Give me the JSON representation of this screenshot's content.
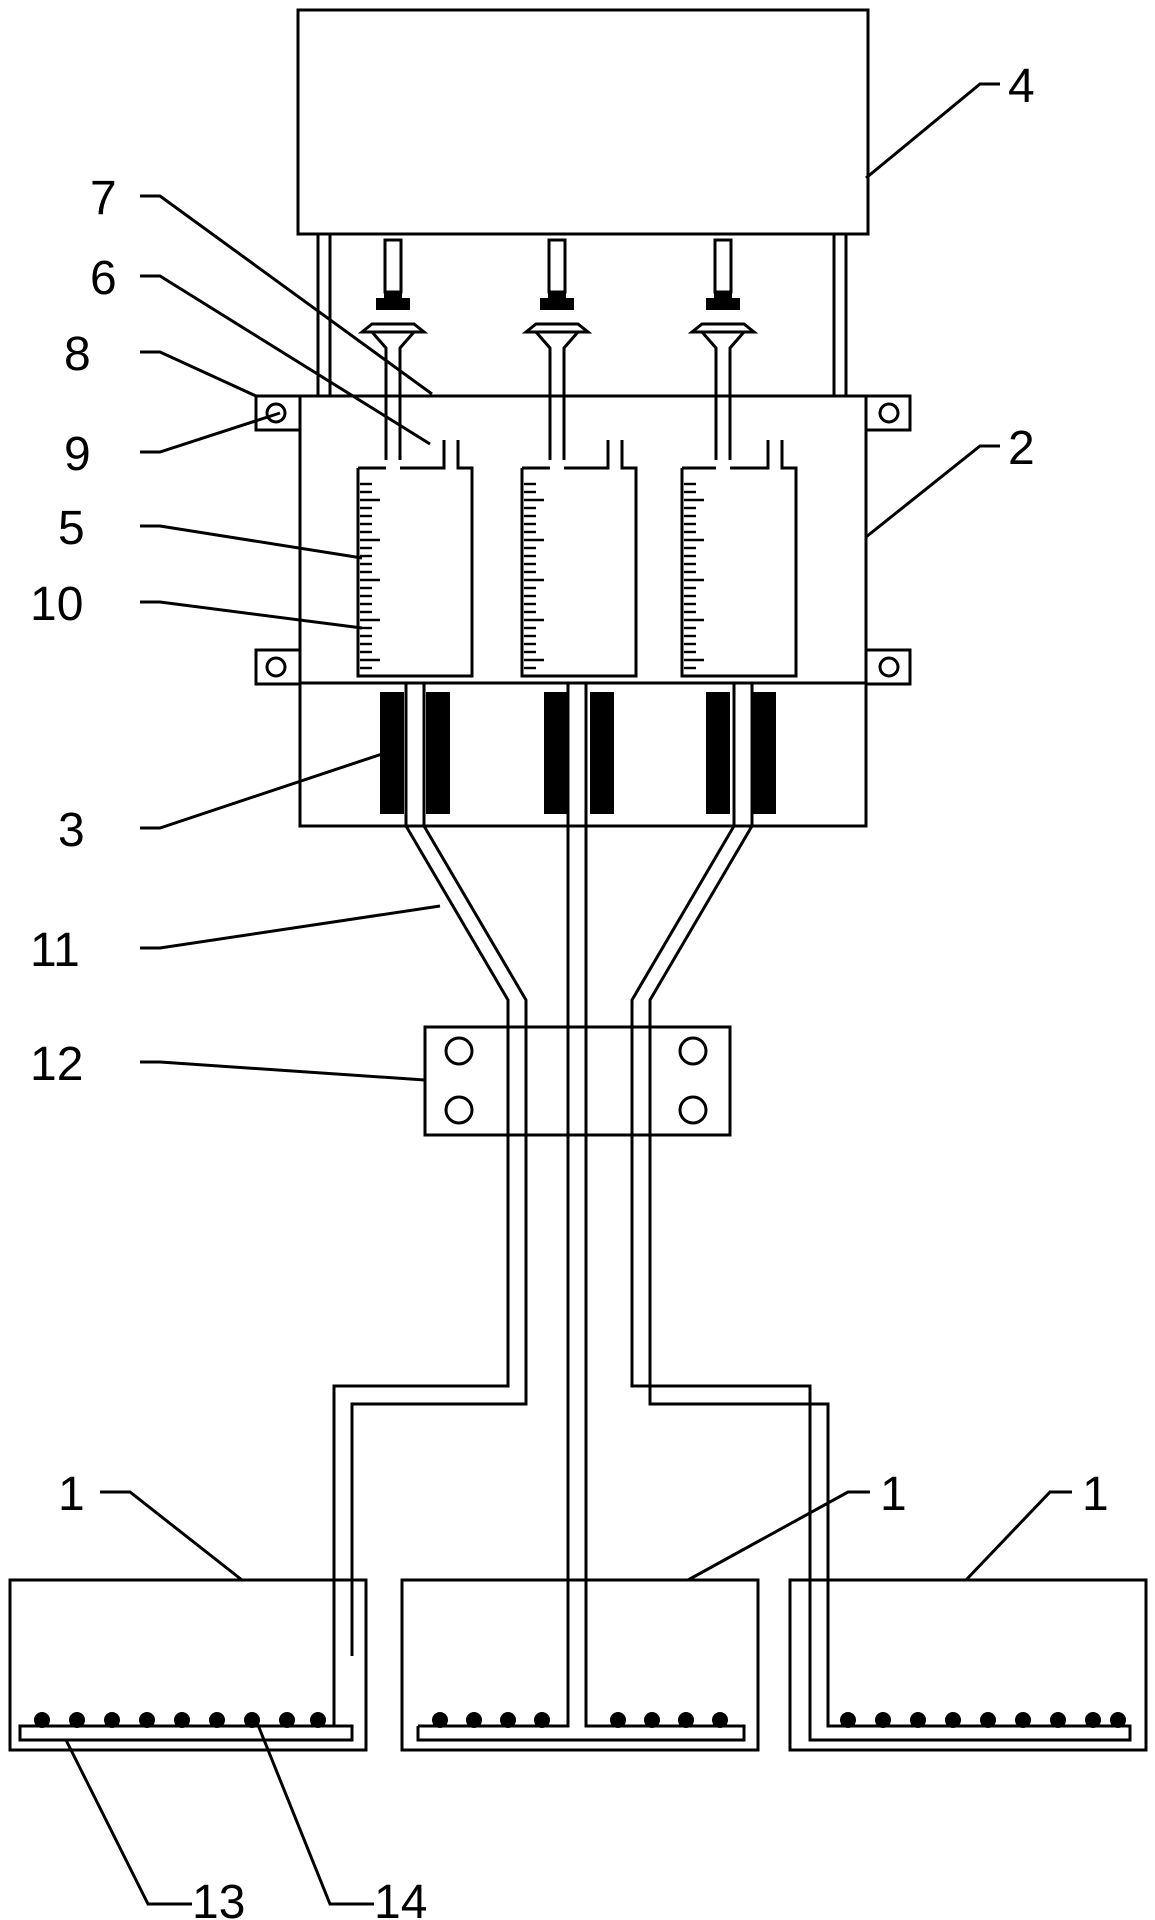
{
  "labels": {
    "l1a": "1",
    "l1b": "1",
    "l1c": "1",
    "l2": "2",
    "l3": "3",
    "l4": "4",
    "l5": "5",
    "l6": "6",
    "l7": "7",
    "l8": "8",
    "l9": "9",
    "l10": "10",
    "l11": "11",
    "l12": "12",
    "l13": "13",
    "l14": "14"
  }
}
